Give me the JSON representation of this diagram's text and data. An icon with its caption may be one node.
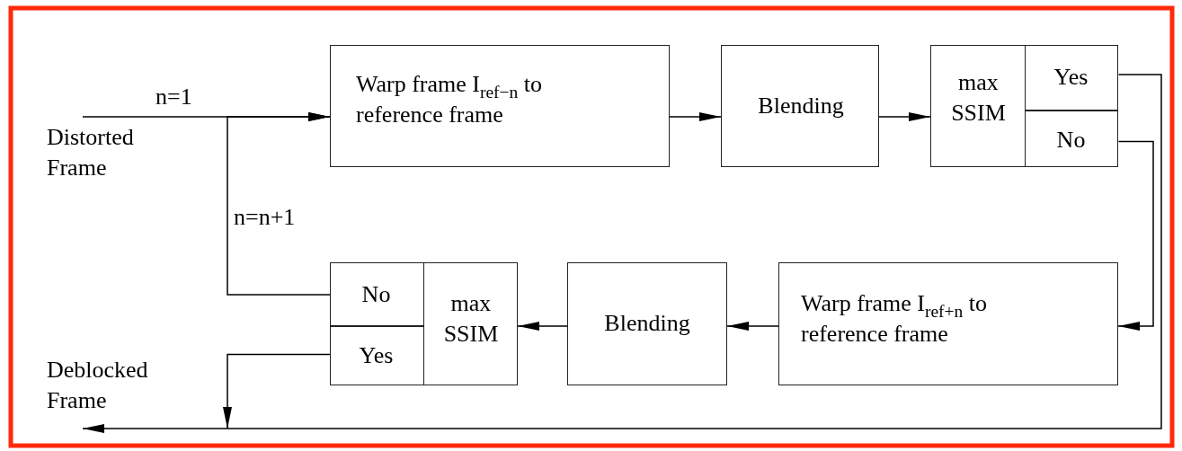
{
  "diagram": {
    "nodes": [
      {
        "text": [
          "Distorted Frame"
        ]
      },
      {
        "text": [
          "Warp frame  I$_{ref−n}$ to reference frame"
        ]
      },
      {
        "text": [
          "Blending"
        ]
      },
      {
        "text": [
          "max SSIM"
        ]
      },
      {
        "text": [
          "Yes"
        ],
        "in": 3
      },
      {
        "text": [
          "No"
        ],
        "in": 3
      },
      {
        "text": [
          "Warp frame  I$_{ref+n}$ to reference frame"
        ]
      },
      {
        "text": [
          "Blending"
        ]
      },
      {
        "text": [
          "max SSIM"
        ]
      },
      {
        "text": [
          "No"
        ],
        "in": 8
      },
      {
        "text": [
          "Yes"
        ],
        "in": 8
      },
      {
        "text": [
          "Deblocked Frame"
        ]
      }
    ],
    "edges": [
      {
        "from": 0,
        "to": 1,
        "arrow": "to",
        "label": "n=1"
      },
      {
        "from": 1,
        "to": 2,
        "arrow": "to"
      },
      {
        "from": 2,
        "to": 3,
        "arrow": "to"
      },
      {
        "from": 5,
        "to": 6,
        "arrow": "to"
      },
      {
        "from": 4,
        "to": 11,
        "arrow": "to"
      },
      {
        "from": 6,
        "to": 7,
        "arrow": "to"
      },
      {
        "from": 7,
        "to": 8,
        "arrow": "to"
      },
      {
        "from": 9,
        "to": 1,
        "arrow": "to",
        "label": "n=n+1"
      },
      {
        "from": 10,
        "to": 11,
        "arrow": "to"
      }
    ]
  }
}
